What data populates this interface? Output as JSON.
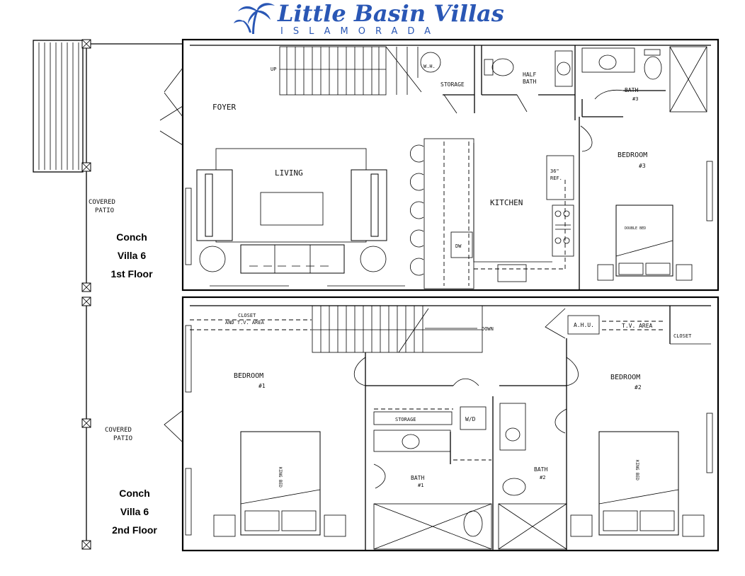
{
  "header": {
    "title": "Little Basin Villas",
    "subtitle": "ISLAMORADA",
    "logo_icon": "palm-tree-icon",
    "brand_color": "#2a57b5"
  },
  "floor1": {
    "caption": [
      "Conch",
      "Villa 6",
      "1st Floor"
    ],
    "rooms": {
      "foyer": "FOYER",
      "living": "LIVING",
      "kitchen": "KITCHEN",
      "covered_patio_1": "COVERED",
      "covered_patio_2": "PATIO",
      "bedroom": "BEDROOM",
      "bedroom_num": "#3",
      "bath": "BATH",
      "bath_num": "#3",
      "half_bath_1": "HALF",
      "half_bath_2": "BATH",
      "storage": "STORAGE",
      "wh": "W.H.",
      "up": "UP",
      "ref_1": "36\"",
      "ref_2": "REF.",
      "dw": "DW",
      "bed": "DOUBLE BED"
    }
  },
  "floor2": {
    "caption": [
      "Conch",
      "Villa 6",
      "2nd Floor"
    ],
    "rooms": {
      "closet_tv_1": "CLOSET",
      "closet_tv_2": "AND T.V. AREA",
      "down": "DOWN",
      "ahu": "A.H.U.",
      "tv_area": "T.V. AREA",
      "closet": "CLOSET",
      "bedroom1": "BEDROOM",
      "bedroom1_num": "#1",
      "bedroom2": "BEDROOM",
      "bedroom2_num": "#2",
      "covered_patio_1": "COVERED",
      "covered_patio_2": "PATIO",
      "storage": "STORAGE",
      "wd": "W/D",
      "bath1": "BATH",
      "bath1_num": "#1",
      "bath2": "BATH",
      "bath2_num": "#2",
      "bed1": "KING BED",
      "bed2": "KING BED"
    }
  }
}
